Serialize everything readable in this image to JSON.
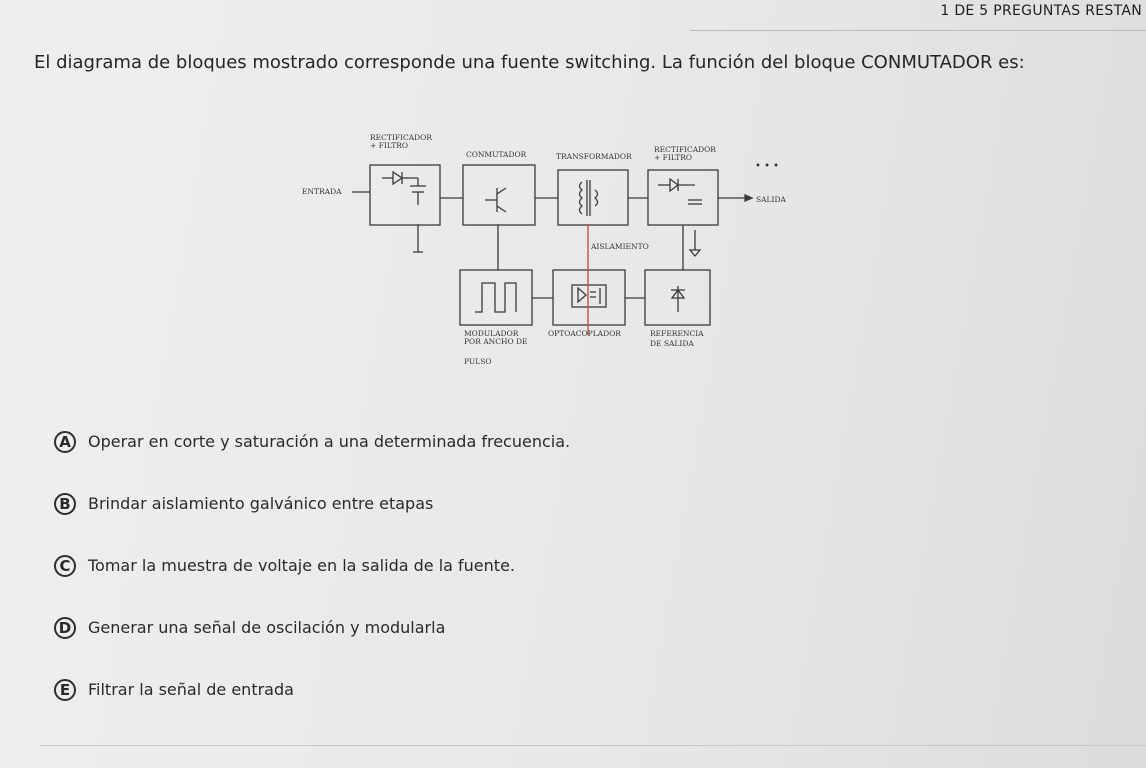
{
  "header": {
    "counter_text": "1 DE 5 PREGUNTAS RESTAN"
  },
  "question": {
    "text": "El diagrama de bloques mostrado corresponde una fuente switching. La función del bloque CONMUTADOR es:"
  },
  "diagram": {
    "labels": {
      "rectificador_filtro_1": "RECTIFICADOR",
      "rectificador_filtro_2": "+ FILTRO",
      "conmutador": "CONMUTADOR",
      "transformador": "TRANSFORMADOR",
      "rectificador_salida_1": "RECTIFICADOR",
      "rectificador_salida_2": "+ FILTRO",
      "entrada": "ENTRADA",
      "salida": "SALIDA",
      "aislamiento": "AISLAMIENTO",
      "modulador_1": "MODULADOR",
      "modulador_2": "POR ANCHO DE",
      "modulador_3": "PULSO",
      "optoacoplador": "OPTOACOPLADOR",
      "referencia_1": "REFERENCIA",
      "referencia_2": "DE SALIDA",
      "dots": "• • •"
    }
  },
  "options": [
    {
      "letter": "A",
      "text": "Operar en corte y saturación a una determinada frecuencia."
    },
    {
      "letter": "B",
      "text": "Brindar aislamiento galvánico entre etapas"
    },
    {
      "letter": "C",
      "text": "Tomar la muestra de voltaje en la salida de la fuente."
    },
    {
      "letter": "D",
      "text": "Generar una señal de oscilación y modularla"
    },
    {
      "letter": "E",
      "text": "Filtrar la señal de entrada"
    }
  ],
  "colors": {
    "aislamiento_line": "#c0504d",
    "diagram_stroke": "#3a3a3a"
  }
}
